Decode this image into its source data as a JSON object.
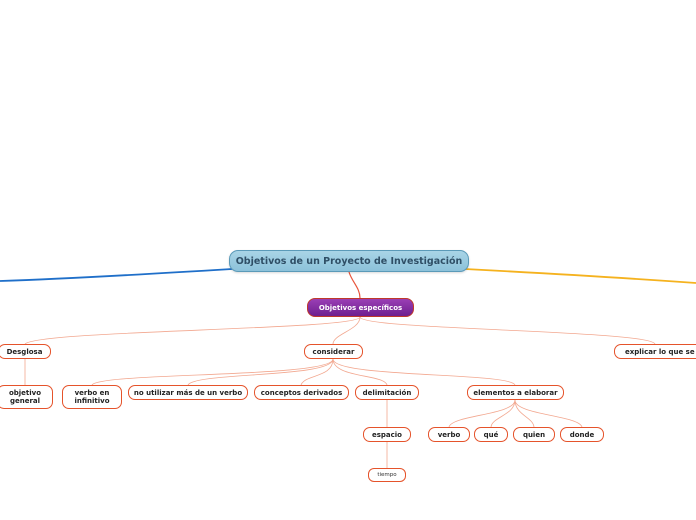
{
  "colors": {
    "blue_branch": "#1f6fc9",
    "orange_branch": "#f5b21e",
    "connector": "#e8553b",
    "connector_light": "#f2a78f"
  },
  "central": {
    "label": "Objetivos de un Proyecto de Investigación"
  },
  "main": {
    "label": "Objetivos específicos"
  },
  "nodes": {
    "desglosa": "Desglosa",
    "considerar": "considerar",
    "explicar": "explicar lo que se ir",
    "objetivo_general": "objetivo general",
    "verbo_infinitivo": "verbo en infinitivo",
    "no_utilizar": "no utilizar más de un verbo",
    "conceptos": "conceptos derivados",
    "delimitacion": "delimitación",
    "elementos": "elementos a elaborar",
    "espacio": "espacio",
    "tiempo": "tiempo",
    "verbo": "verbo",
    "que": "qué",
    "quien": "quien",
    "donde": "donde"
  }
}
